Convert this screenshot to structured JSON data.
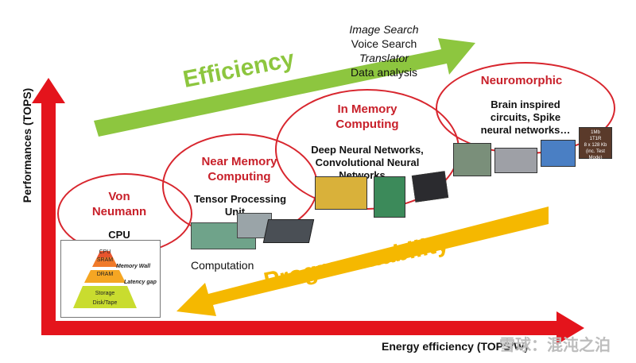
{
  "axes": {
    "y_label": "Performances (TOPS)",
    "x_label": "Energy efficiency (TOPS/W)"
  },
  "arrows": {
    "efficiency_label": "Efficiency",
    "programmability_label": "Programmability",
    "efficiency_color": "#8dc63f",
    "programmability_color": "#f5b800",
    "axis_color": "#e4141c"
  },
  "applications": [
    "Image Search",
    "Voice Search",
    "Translator",
    "Data analysis"
  ],
  "stages": {
    "von_neumann": {
      "title_1": "Von",
      "title_2": "Neumann",
      "desc": "CPU"
    },
    "near_memory": {
      "title_1": "Near Memory",
      "title_2": "Computing",
      "desc_1": "Tensor Processing",
      "desc_2": "Unit…",
      "caption": "Computation"
    },
    "in_memory": {
      "title_1": "In Memory",
      "title_2": "Computing",
      "desc_1": "Deep Neural Networks,",
      "desc_2": "Convolutional Neural",
      "desc_3": "Networks…"
    },
    "neuromorphic": {
      "title": "Neuromorphic",
      "desc_1": "Brain inspired",
      "desc_2": "circuits, Spike",
      "desc_3": "neural networks…"
    }
  },
  "memory_pyramid": {
    "levels": [
      "CPU",
      "SRAM",
      "DRAM",
      "Storage",
      "Disk/Tape"
    ],
    "memory_wall": "Memory Wall",
    "latency_gap": "Latency gap"
  },
  "chip_label": {
    "line1": "1Mb",
    "line2": "1T1R",
    "line3": "8 x 128 Kb",
    "line4": "(inc. Test Mode)"
  },
  "watermark": "雪球：混沌之泊"
}
